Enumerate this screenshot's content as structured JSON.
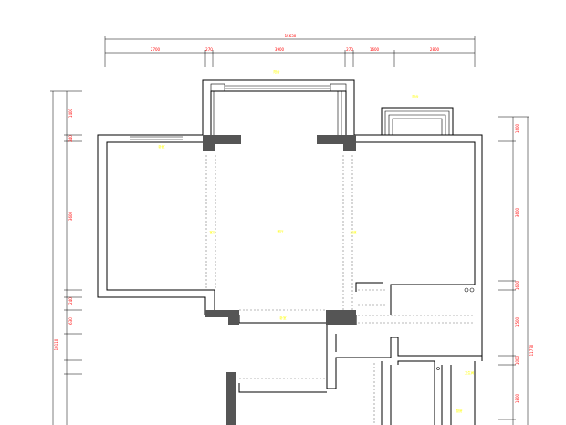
{
  "colors": {
    "background": "#ffffff",
    "walls": "#000000",
    "dimension_text": "#ff0000",
    "room_tags": "#ffff00",
    "piers": "#555555",
    "hidden_lines": "#777777"
  },
  "dimensions": {
    "top_overall": "15630",
    "top_segments": [
      "2700",
      "270",
      "3900",
      "270",
      "1600",
      "2800"
    ],
    "left_segments": [
      "1400",
      "240",
      "3600",
      "240",
      "630"
    ],
    "left_overall": "10110",
    "right_segments": [
      "1800",
      "3600",
      "1600",
      "1500",
      "1000",
      "1800"
    ],
    "right_overall": "11770"
  },
  "room_tags": [
    "卧室",
    "阳台",
    "阳台",
    "客厅",
    "餐厅",
    "过道",
    "卧室",
    "卫生间",
    "厨房"
  ]
}
